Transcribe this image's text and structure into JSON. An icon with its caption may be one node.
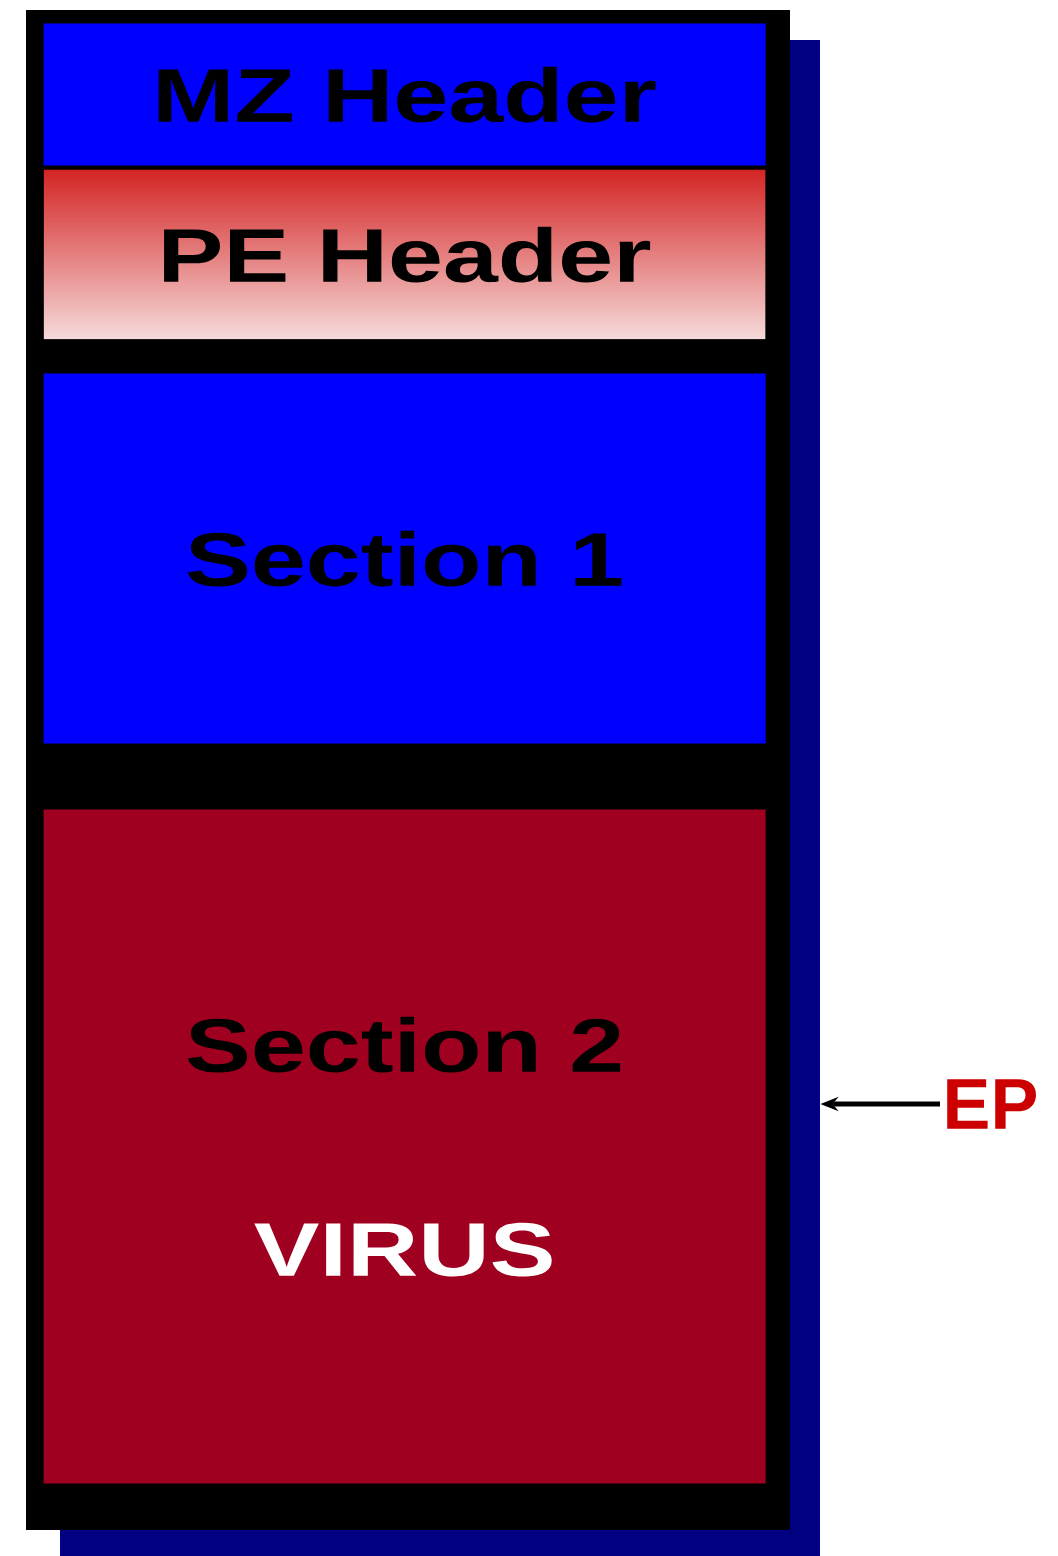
{
  "diagram": {
    "nodes": [
      {
        "text": [],
        "shape": "box"
      },
      {
        "text": [
          "MZ Header"
        ],
        "in": 0
      },
      {
        "text": [
          "PE Header"
        ],
        "in": 0
      },
      {
        "text": [
          "Section 1"
        ],
        "in": 0
      },
      {
        "text": [
          "Section 2",
          "VIRUS"
        ],
        "in": 0
      },
      {
        "text": [
          "EP"
        ]
      }
    ],
    "edges": [
      {
        "from": 5,
        "to": 0,
        "arrow": "to"
      }
    ]
  }
}
